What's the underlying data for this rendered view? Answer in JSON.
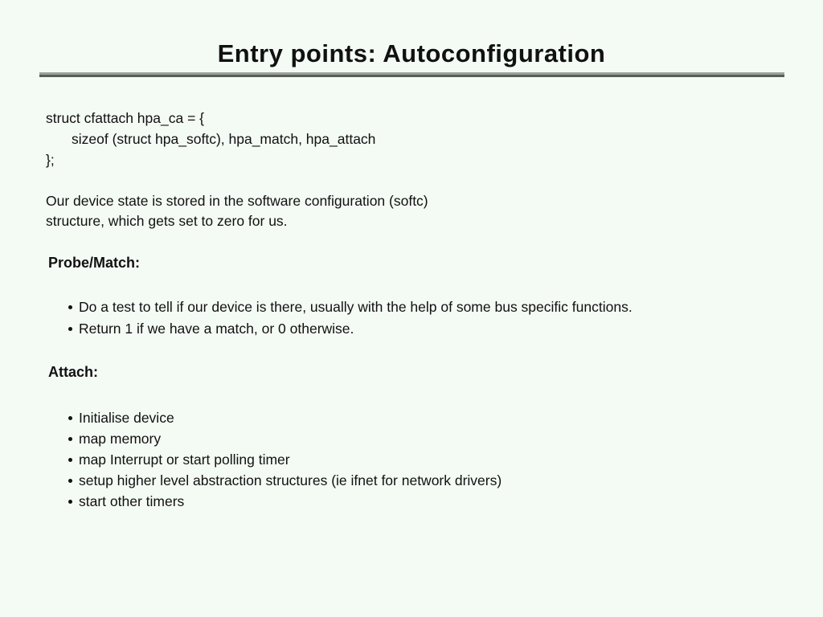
{
  "slide": {
    "title": "Entry points: Autoconfiguration",
    "code": {
      "lines": [
        "struct cfattach hpa_ca = {",
        "sizeof (struct hpa_softc), hpa_match, hpa_attach",
        "};"
      ]
    },
    "intro": [
      "Our device state is stored in the software configuration (softc)",
      "structure, which gets set to zero for us."
    ],
    "sections": [
      {
        "heading": "Probe/Match:",
        "bullets": [
          "Do a test to tell if our device is there, usually with the help of some bus specific functions.",
          "Return 1 if we have a match, or 0 otherwise."
        ]
      },
      {
        "heading": "Attach:",
        "bullets": [
          "Initialise device",
          "map memory",
          "map Interrupt or start polling timer",
          "setup higher level abstraction structures (ie ifnet for network drivers)",
          "start other timers"
        ]
      }
    ],
    "colors": {
      "background": "#f4faf4",
      "text": "#111111",
      "rule_top": "#9aa29a",
      "rule_bottom": "#565e56"
    }
  }
}
